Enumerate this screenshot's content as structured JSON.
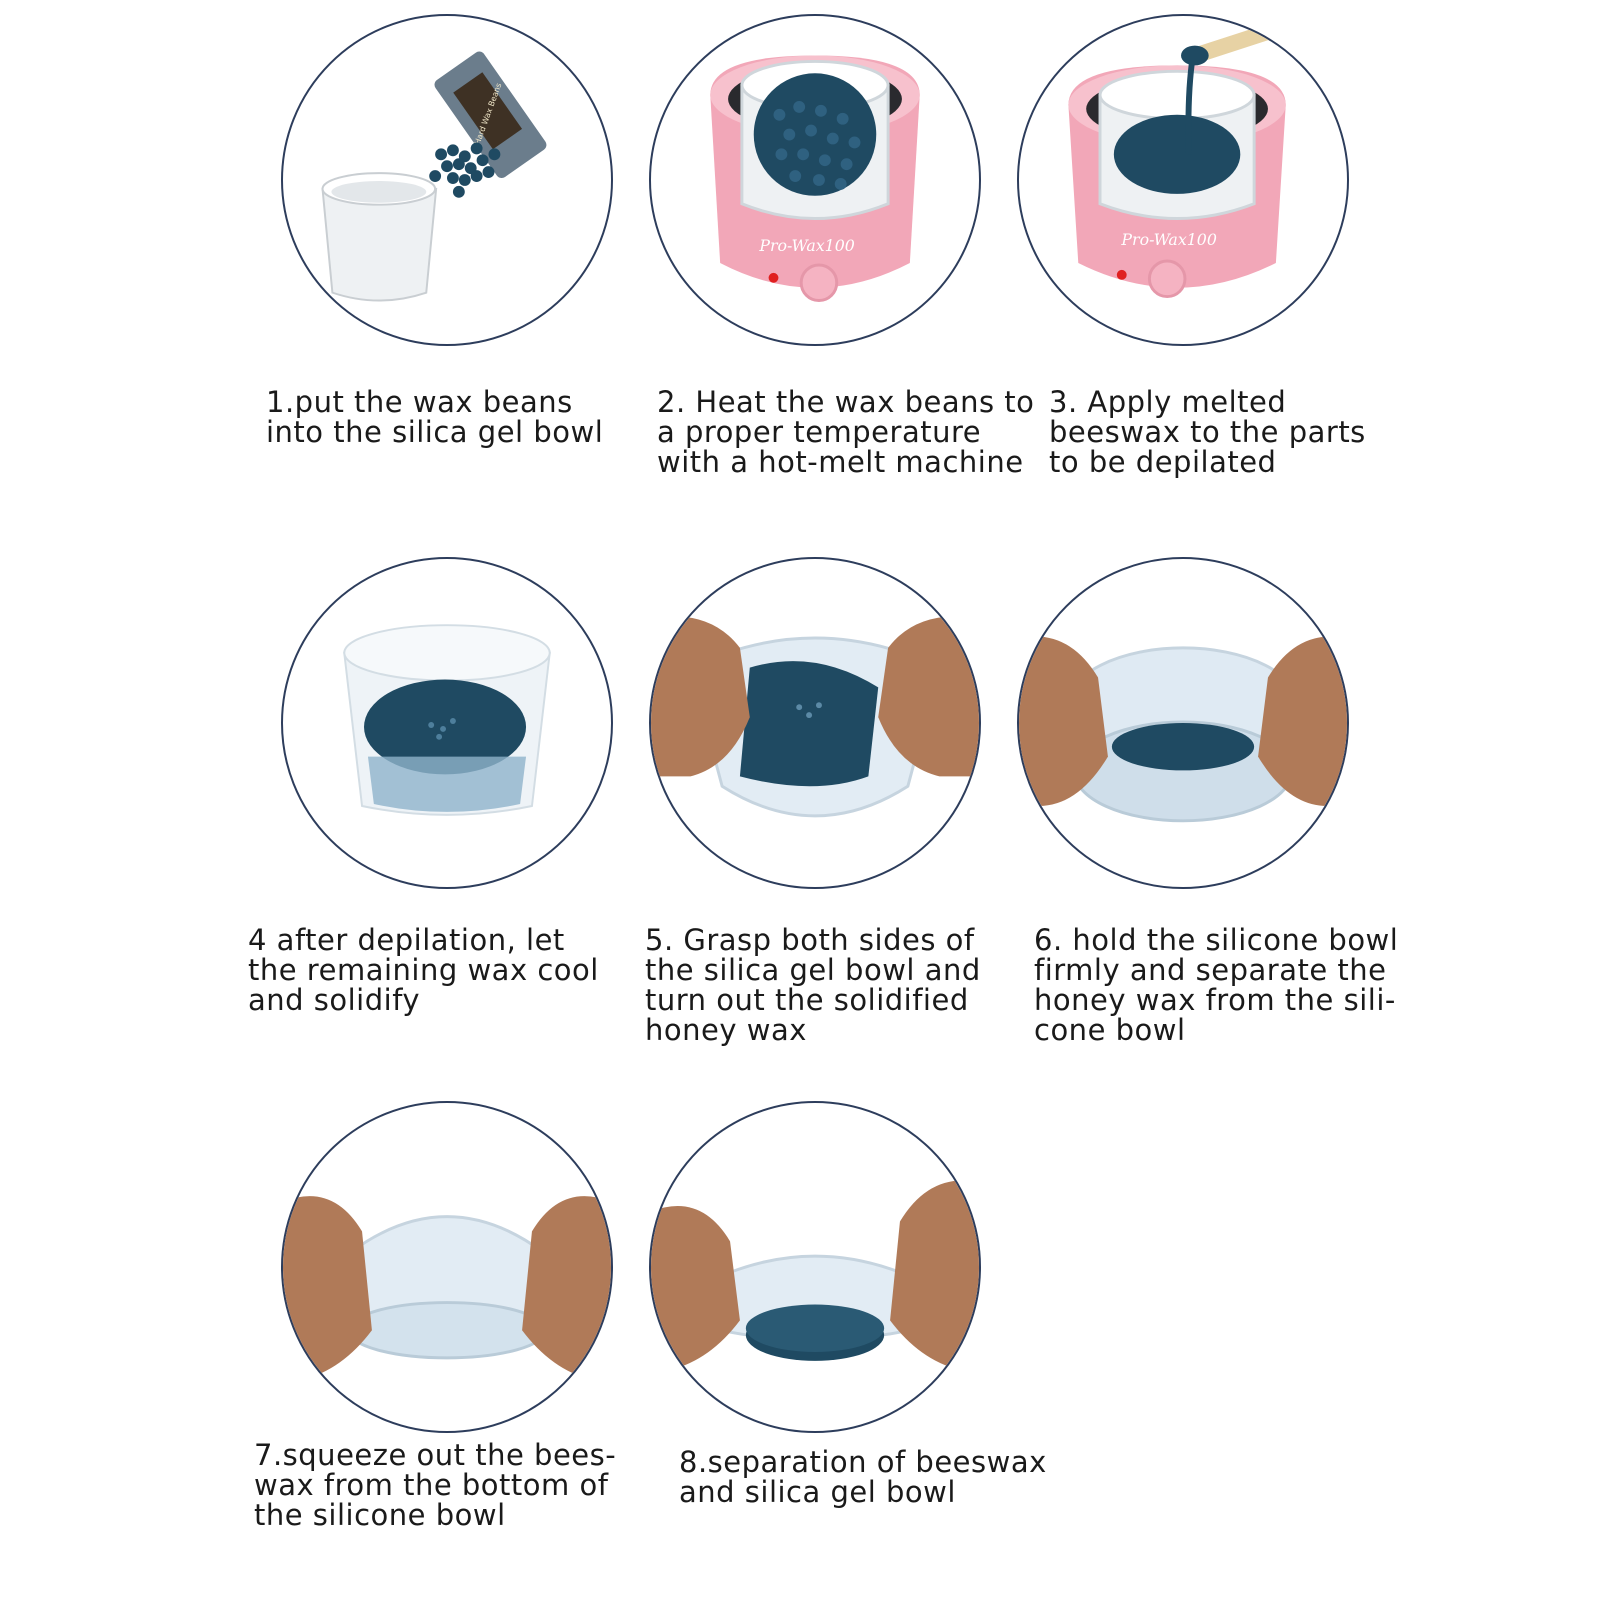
{
  "steps": [
    {
      "caption": "1.put the wax beans\ninto the silica gel bowl",
      "image": "wax-beans-and-silicone-bowl"
    },
    {
      "caption": "2. Heat the wax beans to\na proper temperature\nwith a hot-melt machine",
      "image": "pink-wax-heater-with-beans",
      "brand": "Pro-Wax100"
    },
    {
      "caption": "3. Apply melted\nbeeswax to the parts\nto be depilated",
      "image": "pink-wax-heater-melted-wax-spatula",
      "brand": "Pro-Wax100"
    },
    {
      "caption": "4 after depilation, let\nthe remaining wax cool\nand solidify",
      "image": "silicone-bowl-solid-wax"
    },
    {
      "caption": "5. Grasp both sides of\nthe silica gel bowl and\nturn out the solidified\nhoney wax",
      "image": "hands-grasp-bowl"
    },
    {
      "caption": "6. hold the silicone bowl\nfirmly and separate the\nhoney wax from the sili-\ncone bowl",
      "image": "hands-separate-wax"
    },
    {
      "caption": "7.squeeze out the bees-\nwax from the bottom of\nthe silicone bowl",
      "image": "hands-squeeze-bowl"
    },
    {
      "caption": "8.separation of beeswax\nand silica gel bowl",
      "image": "wax-disc-separated"
    }
  ],
  "colors": {
    "circle_border": "#2d3d5c",
    "wax_blue": "#1f4a62",
    "heater_pink": "#f2a7b8",
    "silicone": "#dfeaf3",
    "skin": "#b07a58"
  }
}
